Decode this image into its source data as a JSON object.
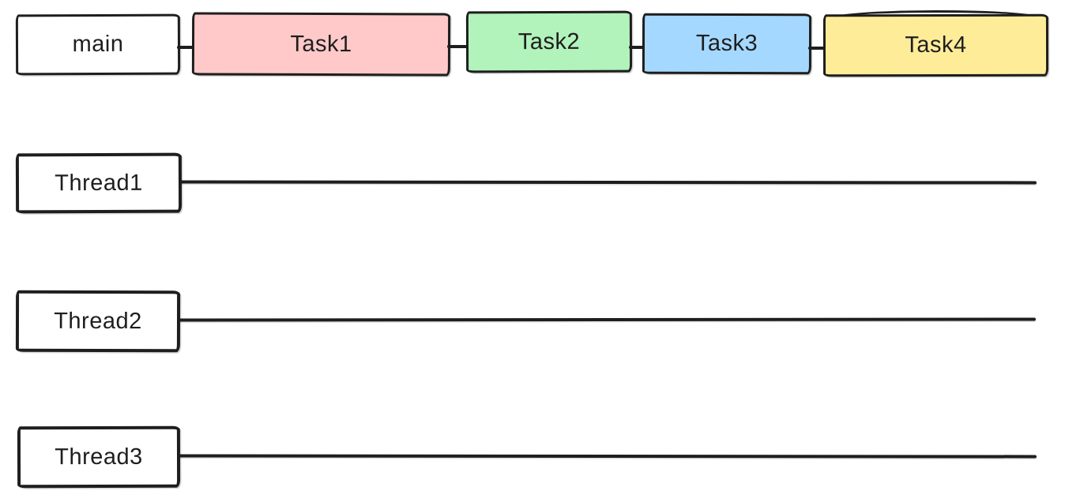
{
  "canvas": {
    "background": "#ffffff",
    "stroke_color": "#1e1e1e"
  },
  "main_sequence": {
    "boxes": [
      {
        "label": "main",
        "fill": "#ffffff"
      },
      {
        "label": "Task1",
        "fill": "#ffc9c9"
      },
      {
        "label": "Task2",
        "fill": "#b2f2bb"
      },
      {
        "label": "Task3",
        "fill": "#a5d8ff"
      },
      {
        "label": "Task4",
        "fill": "#ffec99"
      }
    ]
  },
  "threads": [
    {
      "label": "Thread1"
    },
    {
      "label": "Thread2"
    },
    {
      "label": "Thread3"
    }
  ]
}
